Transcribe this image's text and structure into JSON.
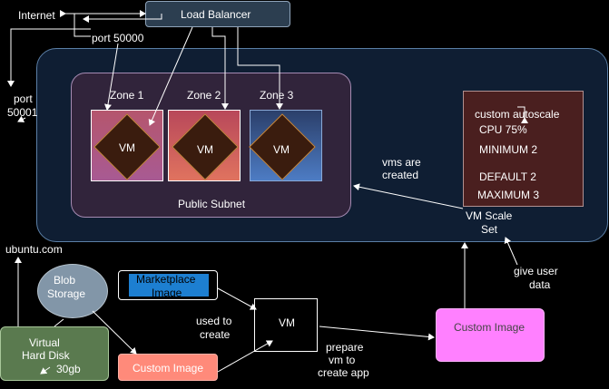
{
  "internet": "Internet",
  "load_balancer": "Load Balancer",
  "port_50000": "port 50000",
  "port_50001_line1": "port",
  "port_50001_line2": "50001",
  "zones": [
    "Zone 1",
    "Zone 2",
    "Zone 3"
  ],
  "vm_label": "VM",
  "public_subnet": "Public Subnet",
  "vms_created_line1": "vms are",
  "vms_created_line2": "created",
  "autoscale": {
    "title": "custom autoscale",
    "cpu": "CPU 75%",
    "minimum": "MINIMUM 2",
    "default": "DEFAULT 2",
    "maximum": "MAXIMUM 3"
  },
  "vmss_line1": "VM Scale",
  "vmss_line2": "Set",
  "give_user_line1": "give user",
  "give_user_line2": "data",
  "ubuntu": "ubuntu.com",
  "blob_line1": "Blob",
  "blob_line2": "Storage",
  "marketplace_line1": "Marketplace",
  "marketplace_line2": "Image",
  "used_to_line1": "used to",
  "used_to_line2": "create",
  "vm_middle": "VM",
  "prepare_line1": "prepare",
  "prepare_line2": "vm to",
  "prepare_line3": "create app",
  "custom_image_right": "Custom Image",
  "custom_image_left": "Custom Image",
  "vhd_line1": "Virtual",
  "vhd_line2": "Hard Disk",
  "vhd_size": "30gb"
}
